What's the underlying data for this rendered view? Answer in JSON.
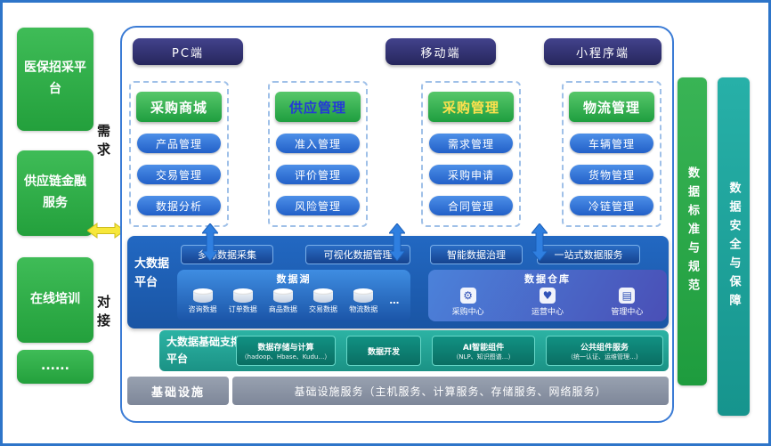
{
  "left_panel": {
    "items": [
      "医保招采平台",
      "供应链金融服务",
      "在线培训",
      "......"
    ]
  },
  "connector": {
    "top": "需求",
    "bottom": "对接"
  },
  "clients": [
    "PC端",
    "移动端",
    "小程序端"
  ],
  "modules": [
    {
      "title": "采购商城",
      "title_color": "#ffffff",
      "items": [
        "产品管理",
        "交易管理",
        "数据分析"
      ]
    },
    {
      "title": "供应管理",
      "title_color": "#2438d8",
      "items": [
        "准入管理",
        "评价管理",
        "风险管理"
      ]
    },
    {
      "title": "采购管理",
      "title_color": "#ffe14d",
      "items": [
        "需求管理",
        "采购申请",
        "合同管理"
      ]
    },
    {
      "title": "物流管理",
      "title_color": "#ffffff",
      "items": [
        "车辆管理",
        "货物管理",
        "冷链管理"
      ]
    }
  ],
  "big_data": {
    "label": "大数据平台",
    "services": [
      "多源数据采集",
      "可视化数据管理",
      "智能数据治理",
      "一站式数据服务"
    ],
    "lake": {
      "title": "数据湖",
      "stores": [
        "咨询数据",
        "订单数据",
        "商品数据",
        "交易数据",
        "物流数据"
      ],
      "more": "…"
    },
    "warehouse": {
      "title": "数据仓库",
      "centers": [
        {
          "label": "采购中心",
          "icon": "gear-icon",
          "glyph": "⚙"
        },
        {
          "label": "运营中心",
          "icon": "heart-pulse-icon",
          "glyph": "♥"
        },
        {
          "label": "管理中心",
          "icon": "dashboard-icon",
          "glyph": "▤"
        }
      ]
    }
  },
  "support": {
    "label": "大数据基础支撑平台",
    "boxes": [
      {
        "title": "数据存储与计算",
        "subtitle": "（hadoop、Hbase、Kudu…）"
      },
      {
        "title": "数据开发",
        "subtitle": ""
      },
      {
        "title": "AI智能组件",
        "subtitle": "（NLP、知识图谱…）"
      },
      {
        "title": "公共组件服务",
        "subtitle": "（统一认证、运维管理…）"
      }
    ]
  },
  "infrastructure": {
    "label": "基础设施",
    "text": "基础设施服务（主机服务、计算服务、存储服务、网络服务）"
  },
  "right_bars": [
    "数据标准与规范",
    "数据安全与保障"
  ],
  "colors": {
    "frame_blue": "#2e75c9",
    "sidebar_green": "#2fae4a",
    "client_navy": "#2e2e6d",
    "module_header_green": "#28a745",
    "item_blue": "#2f6fd6",
    "platform_blue": "#1d5fb4",
    "lake_blue": "#2a77cc",
    "warehouse_purple": "#4a4fb6",
    "support_teal": "#22a093",
    "support_box_teal": "#0e8578",
    "infra_gray": "#8b95a5",
    "standard_bar_green": "#2aa64a",
    "security_bar_teal": "#1fa39b",
    "arrow_yellow": "#f7e73a",
    "arrow_blue": "#2f7fe0"
  }
}
